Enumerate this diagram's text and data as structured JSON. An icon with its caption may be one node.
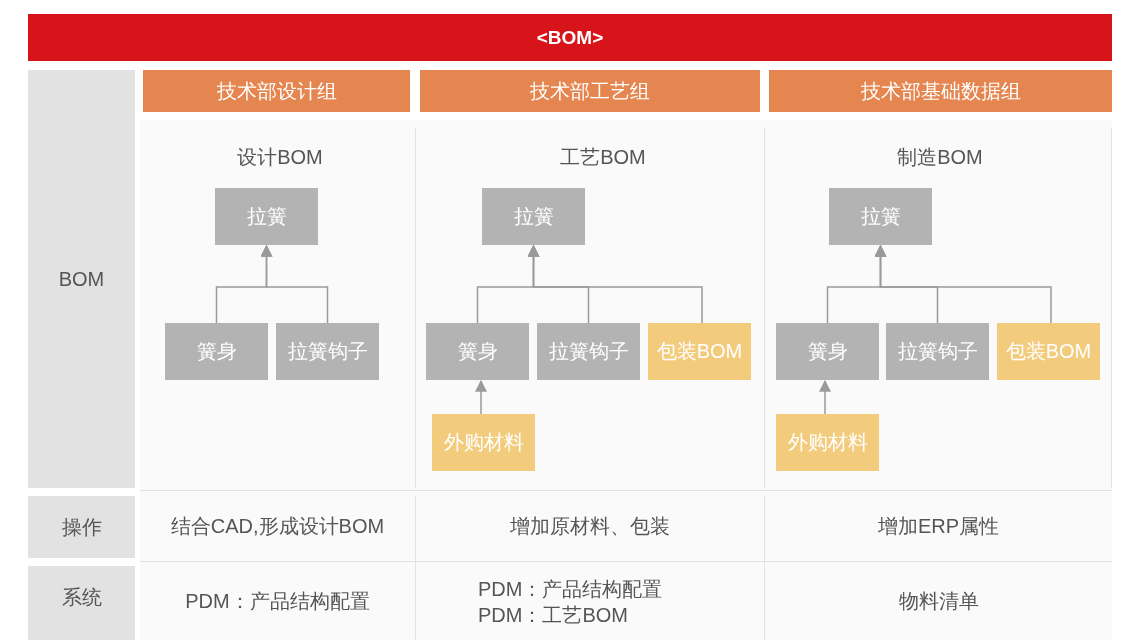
{
  "diagram": {
    "title": "<BOM>",
    "nodes": [
      {
        "text": [
          "拉簧"
        ]
      },
      {
        "text": [
          "簧身"
        ]
      },
      {
        "text": [
          "拉簧钩子"
        ]
      },
      {
        "text": [
          "拉簧"
        ]
      },
      {
        "text": [
          "簧身"
        ]
      },
      {
        "text": [
          "拉簧钩子"
        ]
      },
      {
        "text": [
          "包装BOM"
        ]
      },
      {
        "text": [
          "外购材料"
        ]
      },
      {
        "text": [
          "拉簧"
        ]
      },
      {
        "text": [
          "簧身"
        ]
      },
      {
        "text": [
          "拉簧钩子"
        ]
      },
      {
        "text": [
          "包装BOM"
        ]
      },
      {
        "text": [
          "外购材料"
        ]
      }
    ],
    "edges": [
      {
        "from": 1,
        "to": 0,
        "arrow": "to"
      },
      {
        "from": 2,
        "to": 0,
        "arrow": "to"
      },
      {
        "from": 4,
        "to": 3,
        "arrow": "to"
      },
      {
        "from": 5,
        "to": 3,
        "arrow": "to"
      },
      {
        "from": 6,
        "to": 3,
        "arrow": "to"
      },
      {
        "from": 7,
        "to": 4,
        "arrow": "to"
      },
      {
        "from": 9,
        "to": 8,
        "arrow": "to"
      },
      {
        "from": 10,
        "to": 8,
        "arrow": "to"
      },
      {
        "from": 11,
        "to": 8,
        "arrow": "to"
      },
      {
        "from": 12,
        "to": 9,
        "arrow": "to"
      }
    ],
    "labels": [
      "技术部设计组",
      "技术部工艺组",
      "技术部基础数据组",
      "BOM",
      "设计BOM",
      "工艺BOM",
      "制造BOM",
      "操作",
      "结合CAD,形成设计BOM",
      "增加原材料、包装",
      "增加ERP属性",
      "系统",
      "PDM：产品结构配置",
      "PDM：产品结构配置",
      "PDM：工艺BOM",
      "物料清单"
    ]
  }
}
